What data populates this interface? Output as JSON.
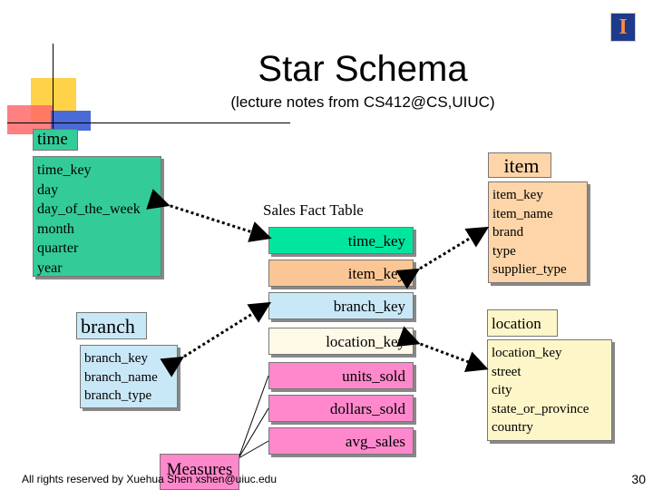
{
  "slide": {
    "title": "Star Schema",
    "subtitle": "(lecture notes from CS412@CS,UIUC)",
    "footer": "All rights reserved by Xuehua Shen xshen@uiuc.edu",
    "page_number": "30",
    "logo_letter": "I"
  },
  "time": {
    "label": "time",
    "attributes": [
      "time_key",
      "day",
      "day_of_the_week",
      "month",
      "quarter",
      "year"
    ]
  },
  "item": {
    "label": "item",
    "attributes": [
      "item_key",
      "item_name",
      "brand",
      "type",
      "supplier_type"
    ]
  },
  "branch": {
    "label": "branch",
    "attributes": [
      "branch_key",
      "branch_name",
      "branch_type"
    ]
  },
  "location": {
    "label": "location",
    "attributes": [
      "location_key",
      "street",
      "city",
      "state_or_province",
      "country"
    ]
  },
  "fact": {
    "title": "Sales Fact Table",
    "rows": [
      "time_key",
      "item_key",
      "branch_key",
      "location_key",
      "units_sold",
      "dollars_sold",
      "avg_sales"
    ]
  },
  "measures_label": "Measures",
  "colors": {
    "time": "#33cc99",
    "item": "#fdd5a8",
    "branch": "#c9e8f7",
    "location": "#fdf6c8",
    "fact_time_key": "#00e69e",
    "fact_item_key": "#fbc695",
    "fact_branch_key": "#c9e8f7",
    "fact_location_key": "#fff9e8",
    "measures": "#ff88cc",
    "logo": "#1f3a8a"
  }
}
